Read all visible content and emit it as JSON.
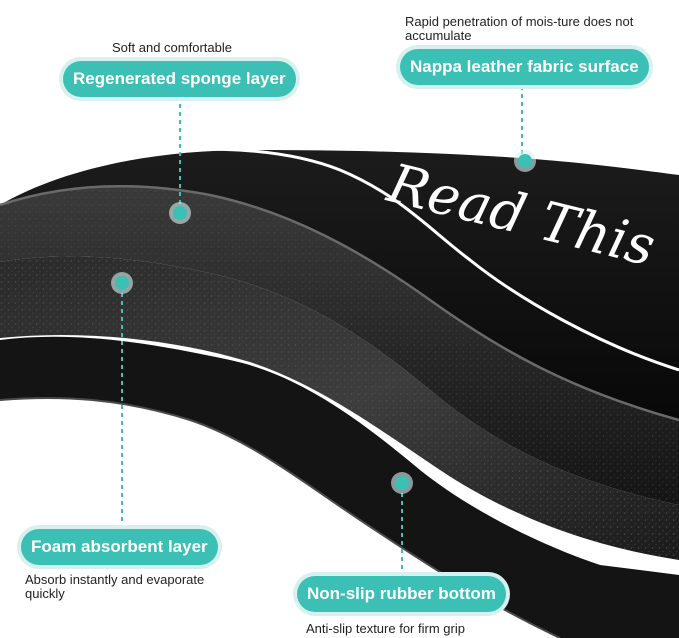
{
  "colors": {
    "accent": "#3cbfb5",
    "accent_halo": "#d6f1ee",
    "mat_black": "#111111",
    "script_white": "#ffffff"
  },
  "print_text": "Read This",
  "callouts": {
    "sponge": {
      "label": "Regenerated sponge layer",
      "caption": "Soft and comfortable"
    },
    "nappa": {
      "label": "Nappa leather fabric surface",
      "caption": "Rapid penetration of mois-ture does not accumulate"
    },
    "foam": {
      "label": "Foam absorbent layer",
      "caption": "Absorb instantly and evaporate quickly"
    },
    "rubber": {
      "label": "Non-slip rubber bottom",
      "caption": "Anti-slip texture for firm grip"
    }
  }
}
